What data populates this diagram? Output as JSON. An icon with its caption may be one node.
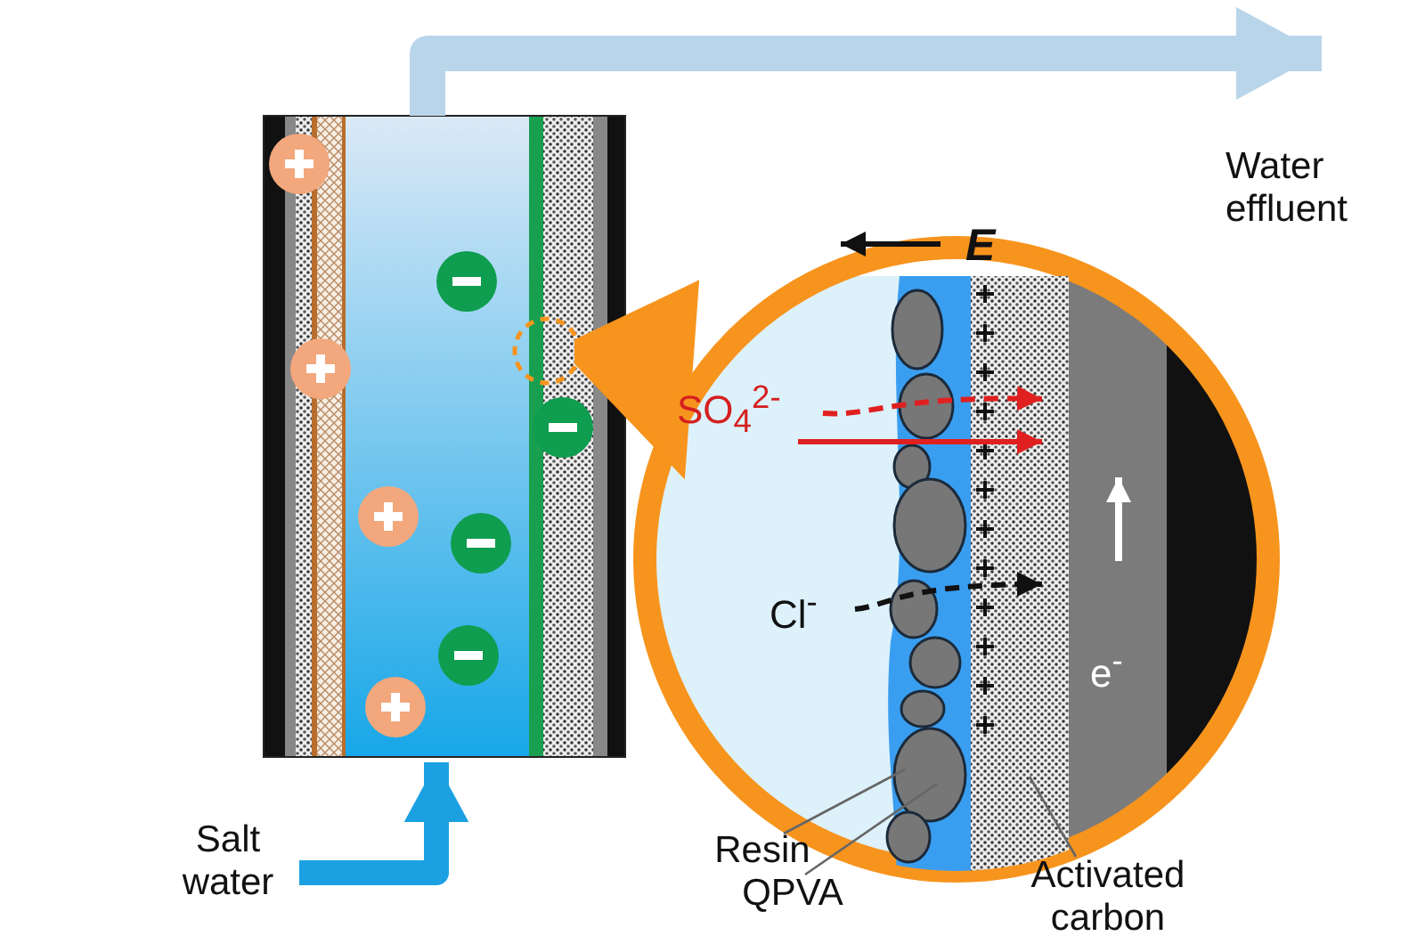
{
  "diagram": {
    "nodes": [
      {
        "text": [],
        "shape": "box"
      },
      {
        "text": [],
        "shape": "circle",
        "in": 0
      },
      {
        "text": [
          "Water effluent"
        ]
      },
      {
        "text": [],
        "shape": "circle"
      },
      {
        "text": [],
        "shape": "picture",
        "in": 3
      },
      {
        "text": [],
        "shape": "bar",
        "in": 3
      },
      {
        "text": [],
        "shape": "bar",
        "in": 3
      },
      {
        "text": [
          "Salt water"
        ]
      },
      {
        "text": [
          "Resin"
        ]
      },
      {
        "text": [
          "QPVA"
        ]
      },
      {
        "text": [
          "Activated carbon"
        ]
      }
    ],
    "edges": [
      {
        "from": 7,
        "to": 0,
        "arrow": "to",
        "style": "thick",
        "color": "#1ba1e2"
      },
      {
        "from": 0,
        "to": 2,
        "arrow": "to",
        "style": "thick",
        "color": "#b9d5ea"
      },
      {
        "from": 1,
        "to": 3,
        "arrow": "none",
        "style": "thick",
        "color": "#f7941d"
      },
      {
        "from": 8,
        "to": 4,
        "arrow": "none"
      },
      {
        "from": 9,
        "to": 5,
        "arrow": "none"
      },
      {
        "from": 10,
        "to": 6,
        "arrow": "none"
      },
      {
        "from": null,
        "to": 6,
        "arrow": "to",
        "style": "dashed",
        "color": "#e02020"
      },
      {
        "from": null,
        "to": 6,
        "arrow": "to",
        "color": "#e02020"
      },
      {
        "from": null,
        "to": 6,
        "arrow": "to",
        "style": "dashed",
        "color": "#111111"
      }
    ],
    "labels": [
      "E",
      "SO$_{4}$$^{2-}$",
      "Cl$^{-}$",
      "e$^{-}$"
    ]
  }
}
